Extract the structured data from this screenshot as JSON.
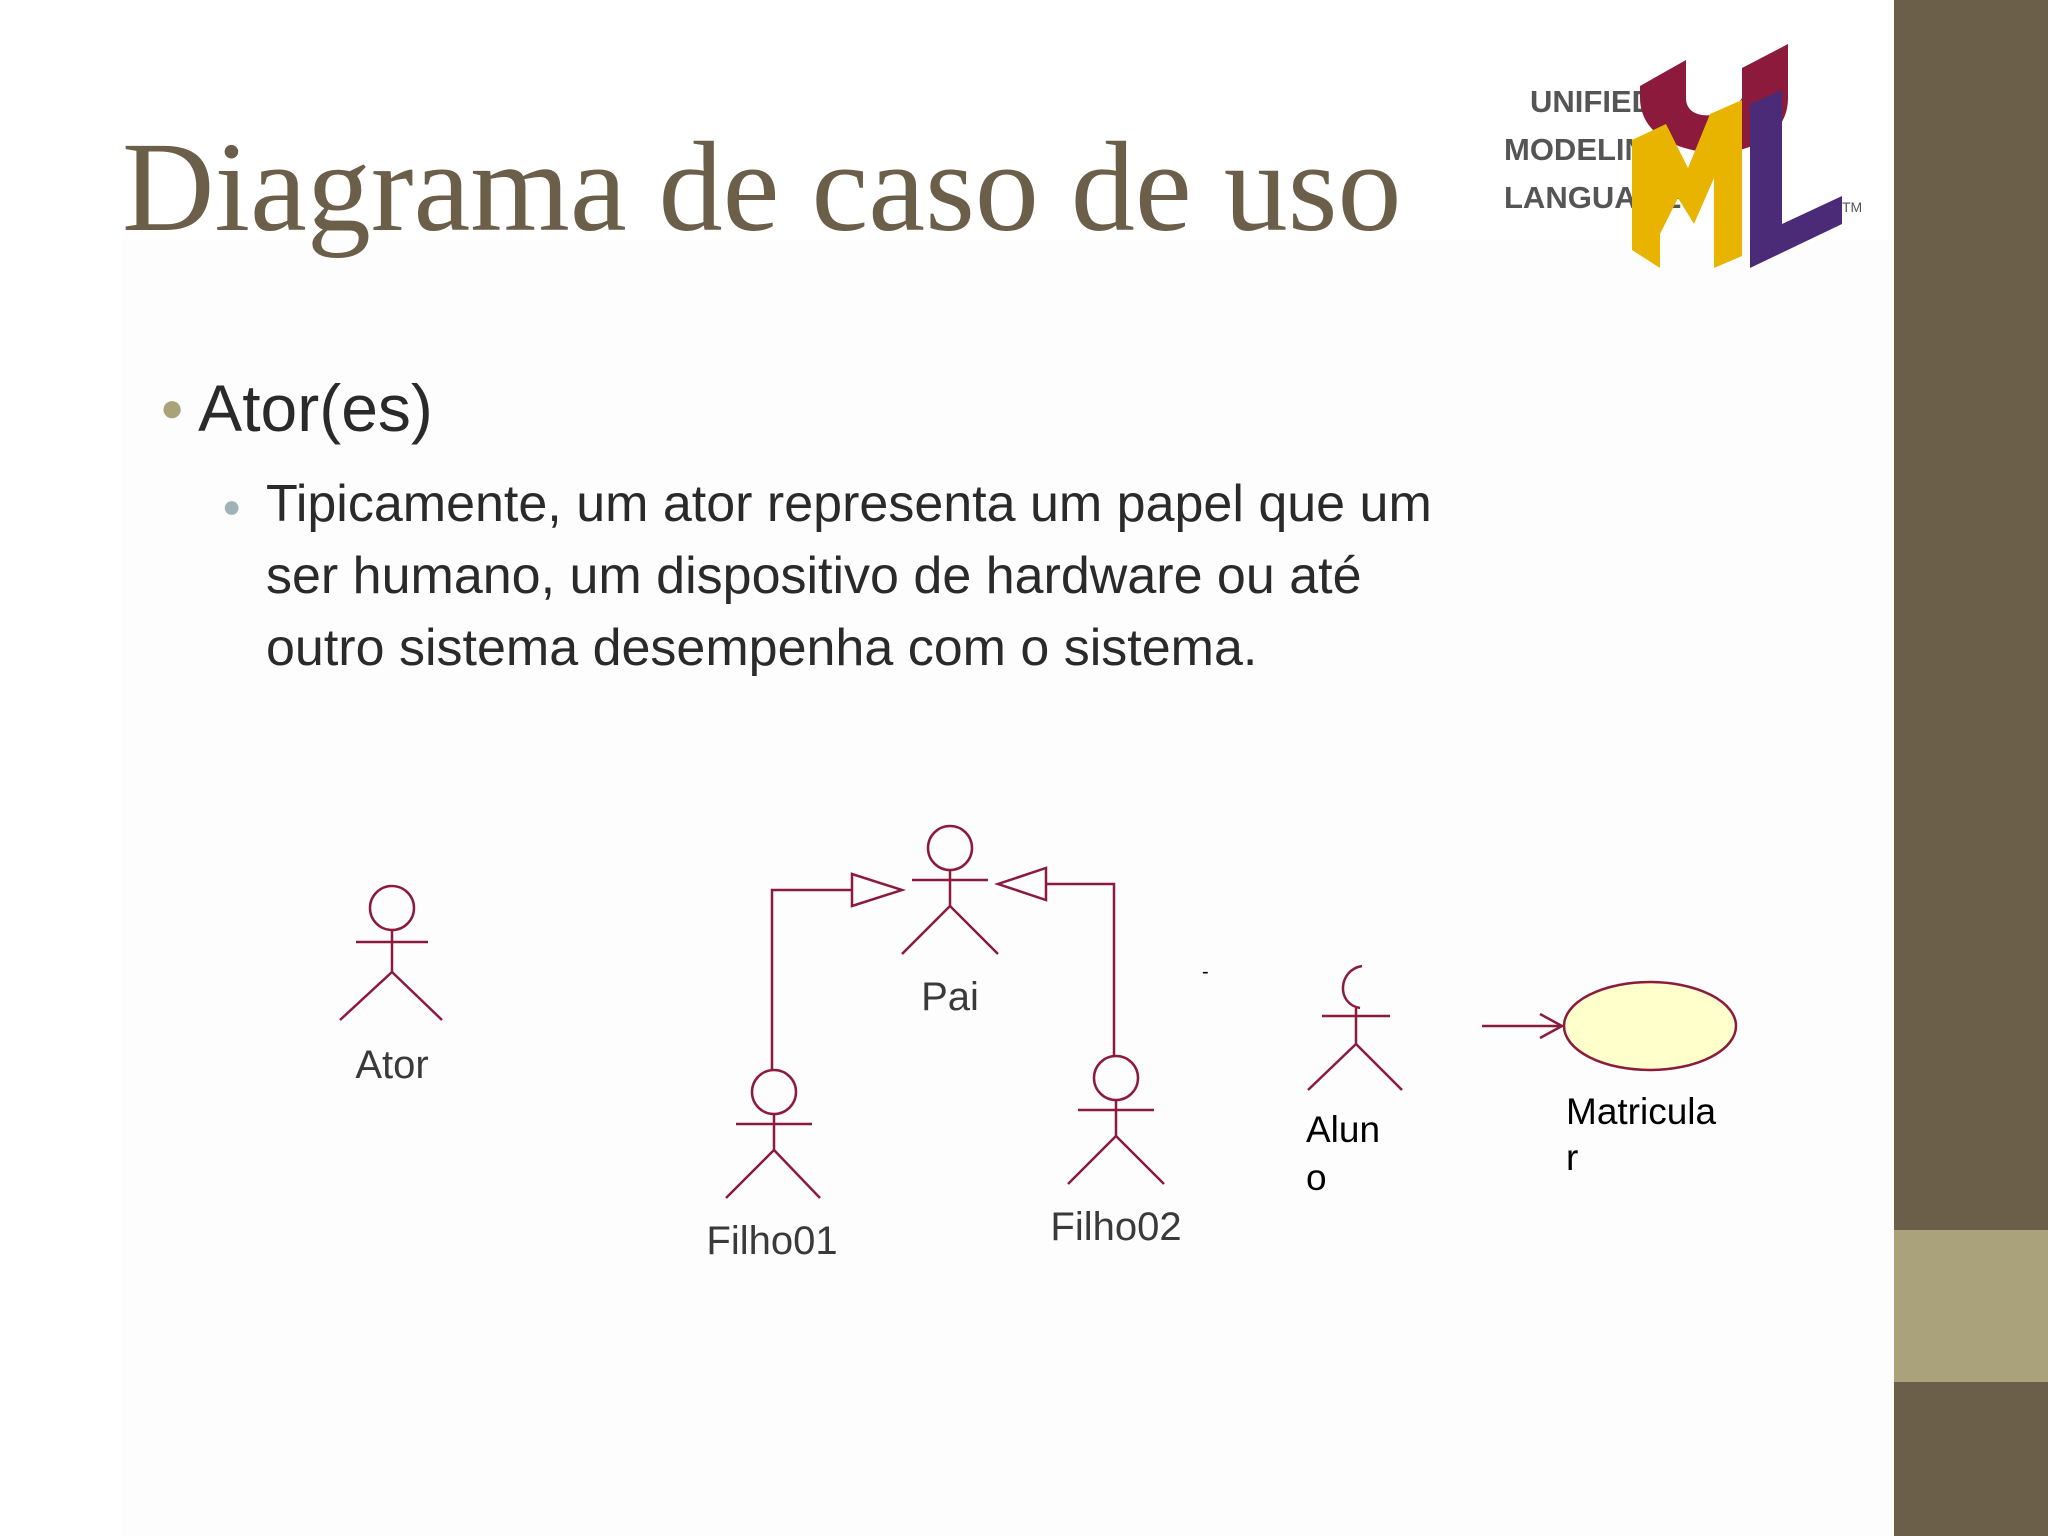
{
  "slide": {
    "title": "Diagrama de caso de uso",
    "colors": {
      "accent": "#6b5f4a",
      "accent_light": "#a9a27a",
      "actor_stroke": "#8b1a3d",
      "usecase_fill": "#ffffcc"
    }
  },
  "logo": {
    "line1": "UNIFIED",
    "line2": "MODELING",
    "line3": "LANGUAGE",
    "trademark": "TM"
  },
  "bullets": {
    "level1": "Ator(es)",
    "level2_lines": [
      "Tipicamente, um ator representa um papel que um",
      "ser  humano, um dispositivo de hardware ou até",
      "outro sistema  desempenha com o sistema."
    ]
  },
  "diagram": {
    "actor_ator": "Ator",
    "actor_pai": "Pai",
    "actor_filho01": "Filho01",
    "actor_filho02": "Filho02",
    "actor_aluno_line1": "Alun",
    "actor_aluno_line2": "o",
    "usecase_line1": "Matricula",
    "usecase_line2": "r",
    "dash": "-"
  }
}
